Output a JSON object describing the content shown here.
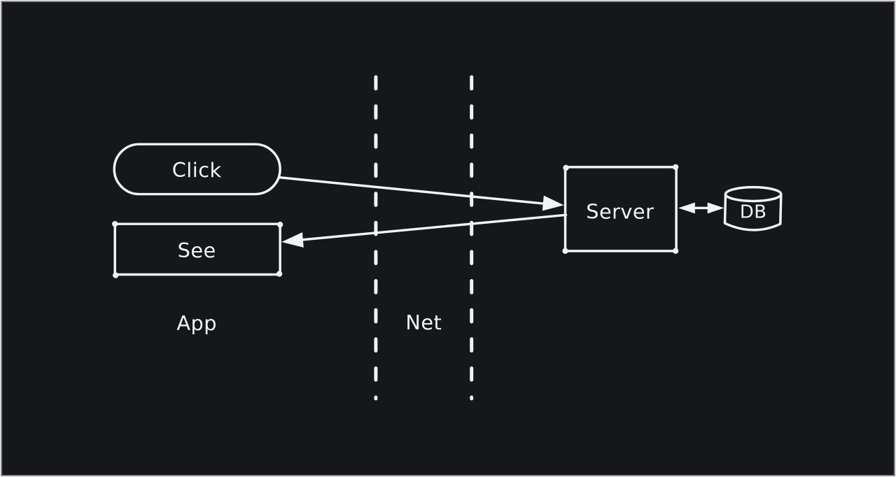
{
  "canvas": {
    "background": "#16171a",
    "ink_color": "#f2f3f5",
    "frame_border_color": "#8a8a8a"
  },
  "nodes": {
    "click": {
      "label": "Click",
      "shape": "pill"
    },
    "see": {
      "label": "See",
      "shape": "rectangle"
    },
    "server": {
      "label": "Server",
      "shape": "rectangle"
    },
    "db": {
      "label": "DB",
      "shape": "cylinder"
    }
  },
  "zones": {
    "app": {
      "label": "App"
    },
    "net": {
      "label": "Net"
    }
  },
  "edges": [
    {
      "name": "click-to-server",
      "from": "Click",
      "to": "Server",
      "bidirectional": false
    },
    {
      "name": "server-to-see",
      "from": "Server",
      "to": "See",
      "bidirectional": false
    },
    {
      "name": "server-db",
      "from": "Server",
      "to": "DB",
      "bidirectional": true
    }
  ]
}
